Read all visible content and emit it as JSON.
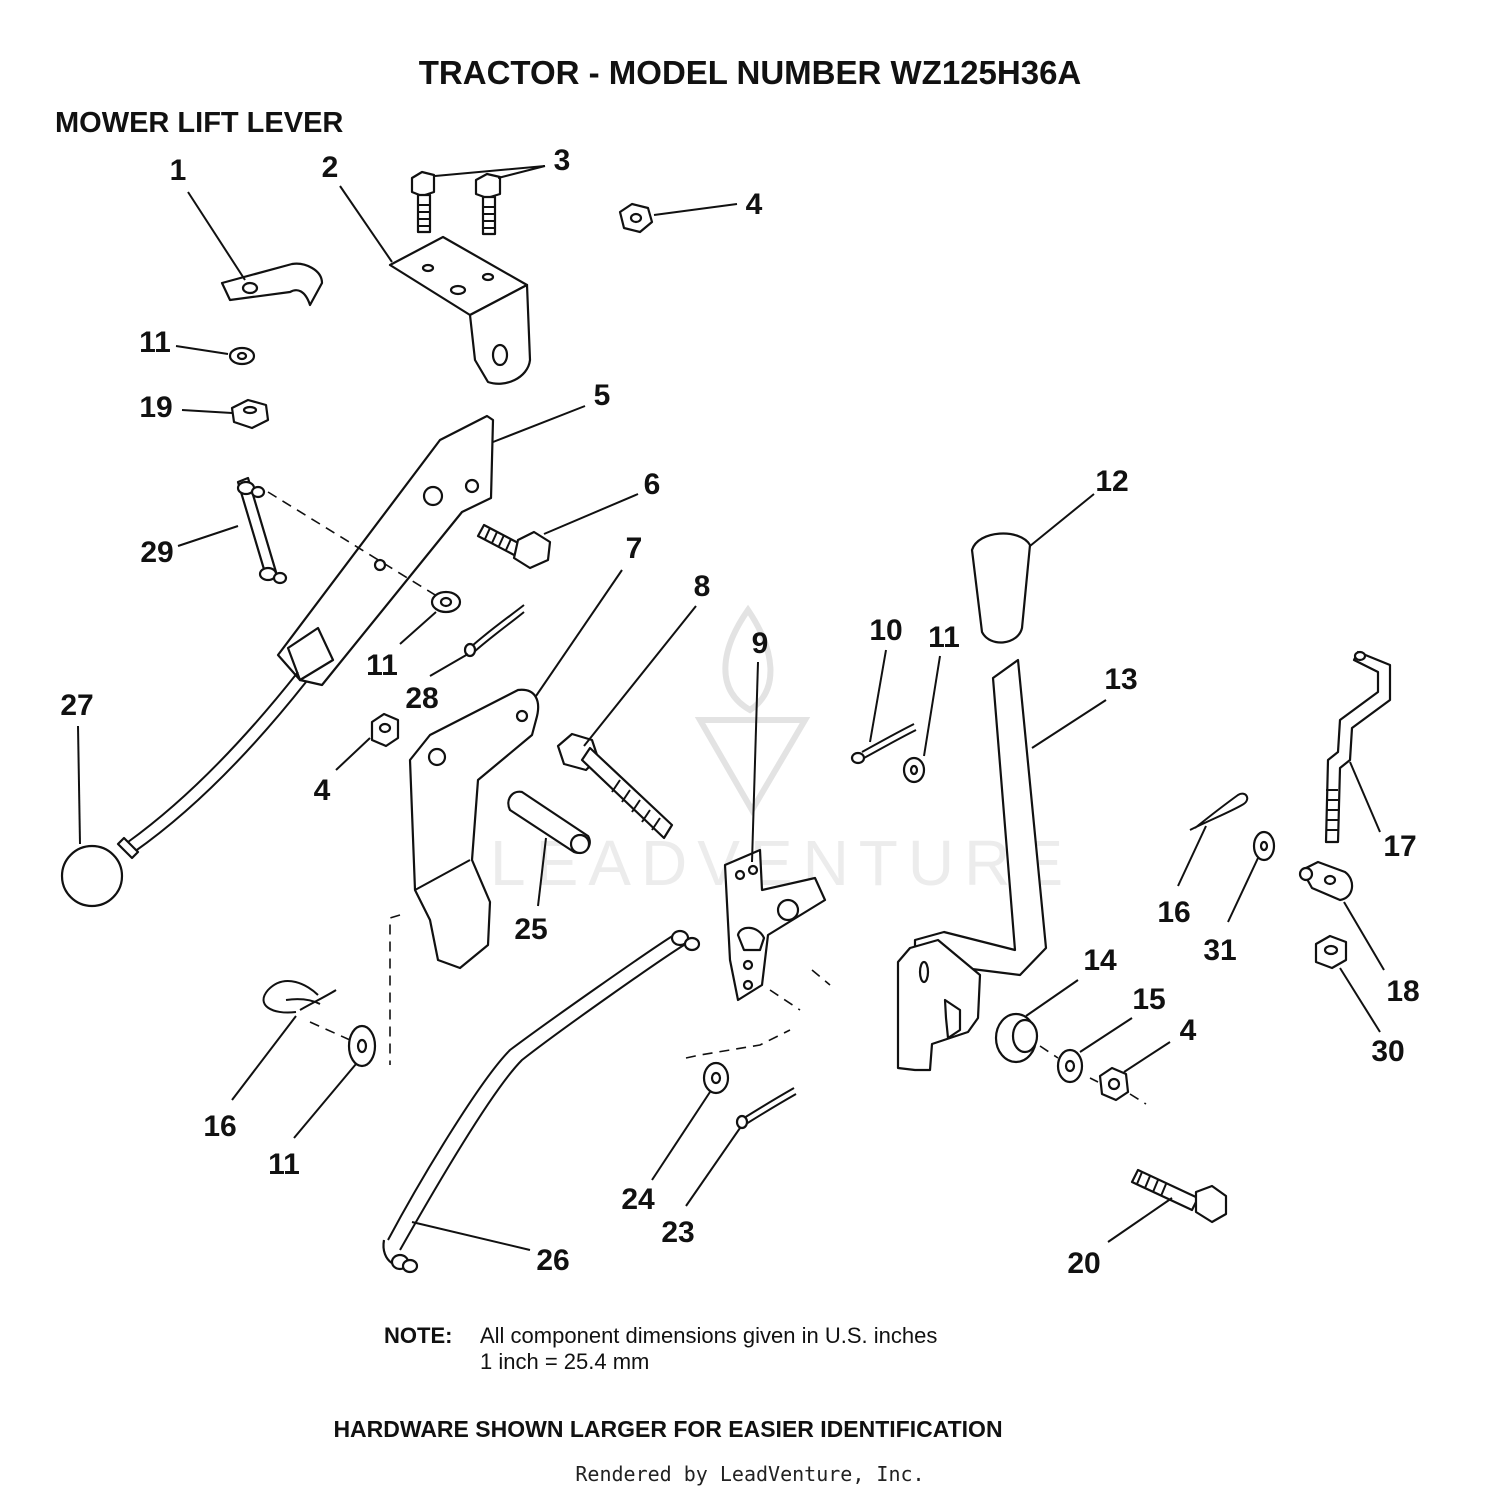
{
  "title": "TRACTOR  - MODEL NUMBER WZ125H36A",
  "subtitle": "MOWER LIFT LEVER",
  "watermark": "LEADVENTURE",
  "callouts": [
    {
      "id": "c1",
      "label": "1"
    },
    {
      "id": "c2",
      "label": "2"
    },
    {
      "id": "c3",
      "label": "3"
    },
    {
      "id": "c4a",
      "label": "4"
    },
    {
      "id": "c11a",
      "label": "11"
    },
    {
      "id": "c19",
      "label": "19"
    },
    {
      "id": "c5",
      "label": "5"
    },
    {
      "id": "c6",
      "label": "6"
    },
    {
      "id": "c29",
      "label": "29"
    },
    {
      "id": "c7",
      "label": "7"
    },
    {
      "id": "c8",
      "label": "8"
    },
    {
      "id": "c12",
      "label": "12"
    },
    {
      "id": "c9",
      "label": "9"
    },
    {
      "id": "c10",
      "label": "10"
    },
    {
      "id": "c11b",
      "label": "11"
    },
    {
      "id": "c11c",
      "label": "11"
    },
    {
      "id": "c28",
      "label": "28"
    },
    {
      "id": "c13",
      "label": "13"
    },
    {
      "id": "c27",
      "label": "27"
    },
    {
      "id": "c4b",
      "label": "4"
    },
    {
      "id": "c17",
      "label": "17"
    },
    {
      "id": "c16a",
      "label": "16"
    },
    {
      "id": "c25",
      "label": "25"
    },
    {
      "id": "c31",
      "label": "31"
    },
    {
      "id": "c14",
      "label": "14"
    },
    {
      "id": "c18",
      "label": "18"
    },
    {
      "id": "c15",
      "label": "15"
    },
    {
      "id": "c4c",
      "label": "4"
    },
    {
      "id": "c30",
      "label": "30"
    },
    {
      "id": "c16b",
      "label": "16"
    },
    {
      "id": "c11d",
      "label": "11"
    },
    {
      "id": "c24",
      "label": "24"
    },
    {
      "id": "c23",
      "label": "23"
    },
    {
      "id": "c26",
      "label": "26"
    },
    {
      "id": "c20",
      "label": "20"
    }
  ],
  "note": {
    "label": "NOTE:",
    "line1": "All component dimensions given in U.S. inches",
    "line2": "1 inch = 25.4 mm"
  },
  "hardware_note": "HARDWARE SHOWN LARGER FOR EASIER IDENTIFICATION",
  "footer": "Rendered by LeadVenture, Inc."
}
